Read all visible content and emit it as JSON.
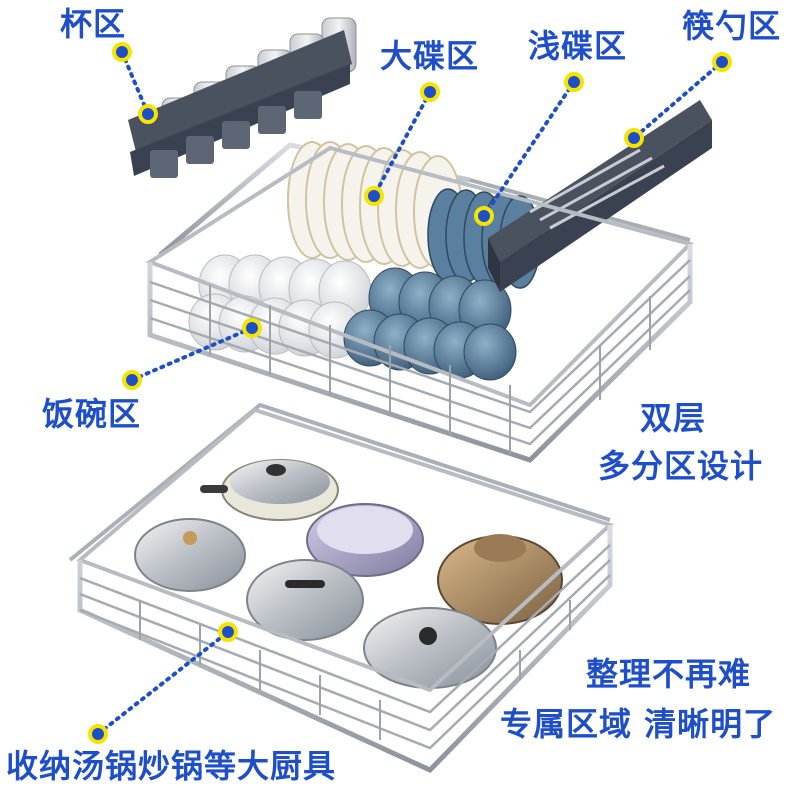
{
  "labels": {
    "cup_zone": "杯区",
    "large_plate_zone": "大碟区",
    "shallow_plate_zone": "浅碟区",
    "chopstick_zone": "筷勺区",
    "bowl_zone": "饭碗区",
    "double_layer": "双层",
    "multi_zone_design": "多分区设计",
    "tidy_easy": "整理不再难",
    "dedicated_zones": "专属区域 清晰明了",
    "pot_storage": "收纳汤锅炒锅等大厨具"
  },
  "colors": {
    "label_text": "#1f4fc8",
    "callout_line": "#1f4fc8",
    "callout_dot": "#f5e400",
    "rack_metal": "#9aa0a8",
    "organizer_gray": "#4a5260",
    "bowl_blue": "#5b7f9e"
  }
}
